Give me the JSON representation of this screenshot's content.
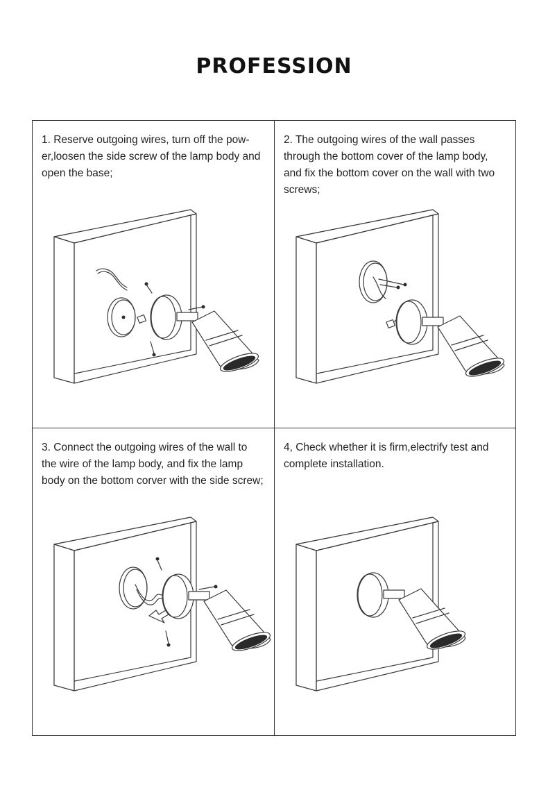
{
  "page": {
    "title": "PROFESSION"
  },
  "steps": [
    {
      "text": "1. Reserve outgoing wires, turn off the pow-er,loosen the side screw of the lamp body and open the base;"
    },
    {
      "text": "2. The outgoing wires of the wall passes through the bottom cover of the lamp body, and fix the bottom cover on the wall with two screws;"
    },
    {
      "text": "3. Connect the outgoing wires of the wall to the wire of the lamp body, and fix the lamp body on the bottom corver with the side screw;"
    },
    {
      "text": "4, Check whether it is firm,electrify test and complete installation."
    }
  ]
}
